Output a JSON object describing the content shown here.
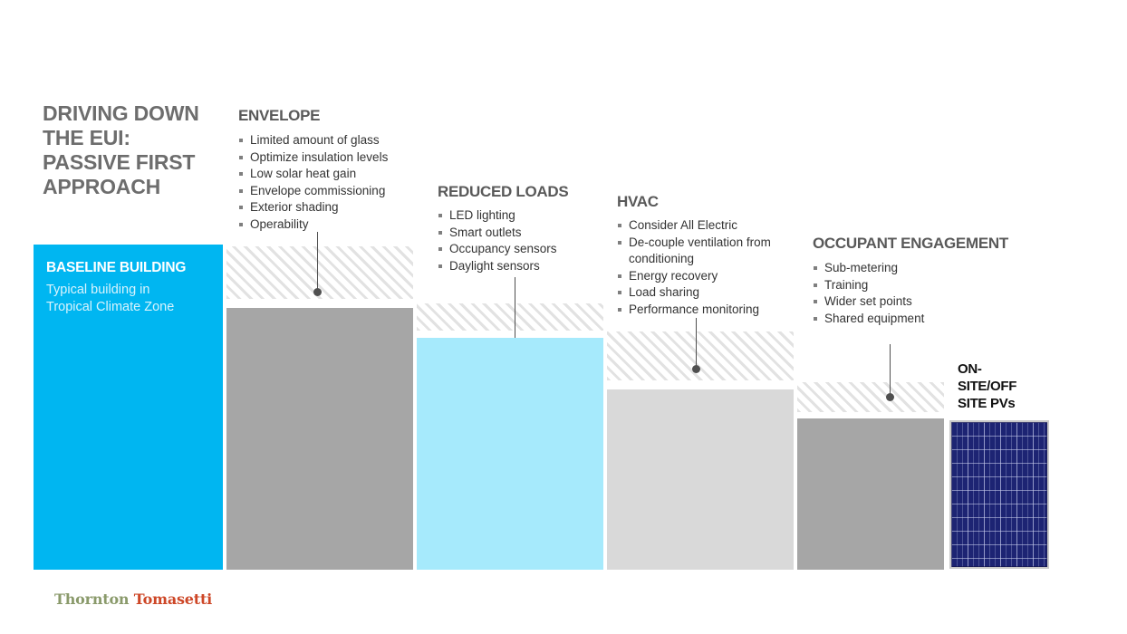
{
  "slide": {
    "title": "DRIVING DOWN THE EUI: PASSIVE FIRST APPROACH",
    "logo": {
      "part1": "Thornton",
      "part2": "Tomasetti"
    }
  },
  "baseline": {
    "label": "BASELINE BUILDING",
    "sublabel": "Typical building in Tropical Climate Zone"
  },
  "columns": [
    {
      "id": "envelope",
      "heading": "ENVELOPE",
      "bullets": [
        "Limited amount of glass",
        "Optimize insulation levels",
        "Low solar heat gain",
        "Envelope commissioning",
        "Exterior shading",
        "Operability"
      ],
      "bar_color_key": "gray_bar"
    },
    {
      "id": "reduced-loads",
      "heading": "REDUCED LOADS",
      "bullets": [
        "LED lighting",
        "Smart outlets",
        "Occupancy sensors",
        "Daylight sensors"
      ],
      "bar_color_key": "light_blue_bar"
    },
    {
      "id": "hvac",
      "heading": "HVAC",
      "bullets": [
        "Consider All Electric",
        "De-couple ventilation from conditioning",
        "Energy recovery",
        "Load sharing",
        "Performance monitoring"
      ],
      "bar_color_key": "light_gray_bar"
    },
    {
      "id": "occupant-engagement",
      "heading": "OCCUPANT ENGAGEMENT",
      "bullets": [
        "Sub-metering",
        "Training",
        "Wider set points",
        "Shared equipment"
      ],
      "bar_color_key": "gray_bar"
    },
    {
      "id": "on-site-pvs",
      "heading": "ON-SITE/OFF SITE PVs",
      "bullets": [],
      "type": "pv"
    }
  ],
  "theme": {
    "title_color": "#6d6d6d",
    "heading_color": "#595959",
    "text_color": "#333333",
    "bullet_color": "#7f7f7f",
    "connector": "#4f4f4f",
    "hatch_line": "#e2e2e2",
    "baseline_blue": "#00b6f1",
    "baseline_sub": "#d8f3fd",
    "gray_bar": "#a6a6a6",
    "light_blue_bar": "#a6eafc",
    "light_gray_bar": "#d9d9d9",
    "pv_navy": "#1d2473",
    "pv_frame": "#c9c9c9",
    "logo_green": "#8a9a6b",
    "logo_red": "#cd4727"
  },
  "chart_data": {
    "type": "bar",
    "title": "DRIVING DOWN THE EUI: PASSIVE FIRST APPROACH",
    "categories": [
      "Baseline Building",
      "Envelope",
      "Reduced Loads",
      "HVAC",
      "Occupant Engagement",
      "On-site/Off site PVs"
    ],
    "values": [
      100,
      81,
      71,
      55,
      47,
      46
    ],
    "unit": "relative EUI (% of baseline, estimated from bar heights; no numeric axis shown)",
    "xlabel": "",
    "ylabel": "",
    "legend": false,
    "grid": false,
    "notes": "Waterfall-style slide chart; hatched zones above each bar mark the successive EUI reduction achieved by each strategy; final bar is a photo-style solar PV panel."
  }
}
